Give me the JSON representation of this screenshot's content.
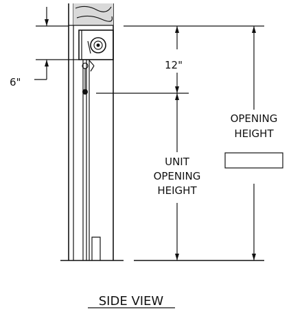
{
  "labels": {
    "six_inch": "6\"",
    "twelve_inch": "12\"",
    "opening_height_line1": "OPENING",
    "opening_height_line2": "HEIGHT",
    "unit_opening_line1": "UNIT",
    "unit_opening_line2": "OPENING",
    "unit_opening_line3": "HEIGHT",
    "title": "SIDE VIEW"
  }
}
